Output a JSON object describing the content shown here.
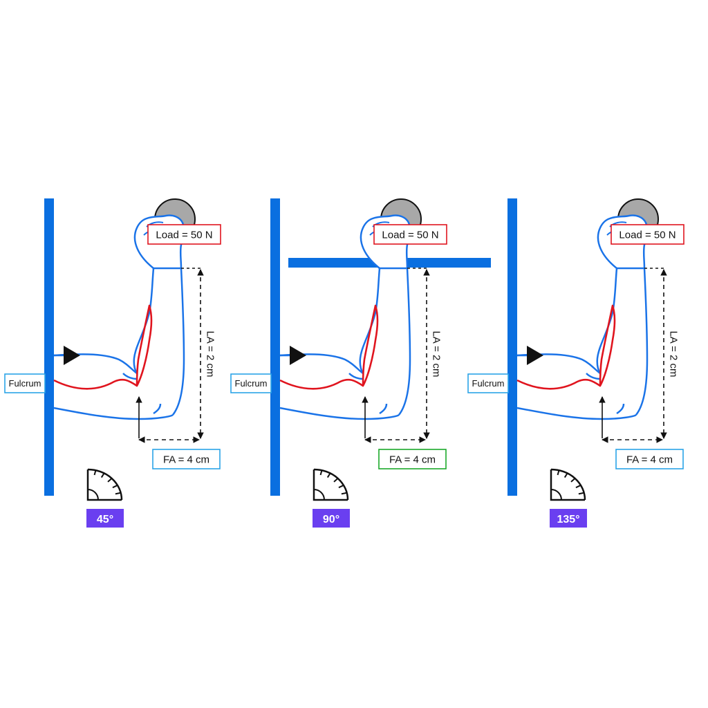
{
  "colors": {
    "arm_outline": "#1a73e8",
    "muscle": "#e0141e",
    "wall": "#0a6fe0",
    "load_weight": "#a8a8a8",
    "load_box_border": "#e0141e",
    "fa_box_border_default": "#2aa3e8",
    "fa_box_border_highlight": "#1aa82a",
    "fulcrum_box_border": "#2aa3e8",
    "badge_fill": "#6a3ff0",
    "dimension_line": "#111111"
  },
  "panels": [
    {
      "fulcrum_label": "Fulcrum",
      "load_label": "Load = 50 N",
      "la_label": "LA = 2 cm",
      "fa_label": "FA = 4 cm",
      "angle_label": "45°",
      "has_horizontal_bar": false,
      "fa_highlight": false
    },
    {
      "fulcrum_label": "Fulcrum",
      "load_label": "Load = 50 N",
      "la_label": "LA = 2 cm",
      "fa_label": "FA = 4 cm",
      "angle_label": "90°",
      "has_horizontal_bar": true,
      "fa_highlight": true
    },
    {
      "fulcrum_label": "Fulcrum",
      "load_label": "Load = 50 N",
      "la_label": "LA = 2 cm",
      "fa_label": "FA = 4 cm",
      "angle_label": "135°",
      "has_horizontal_bar": false,
      "fa_highlight": false
    }
  ]
}
